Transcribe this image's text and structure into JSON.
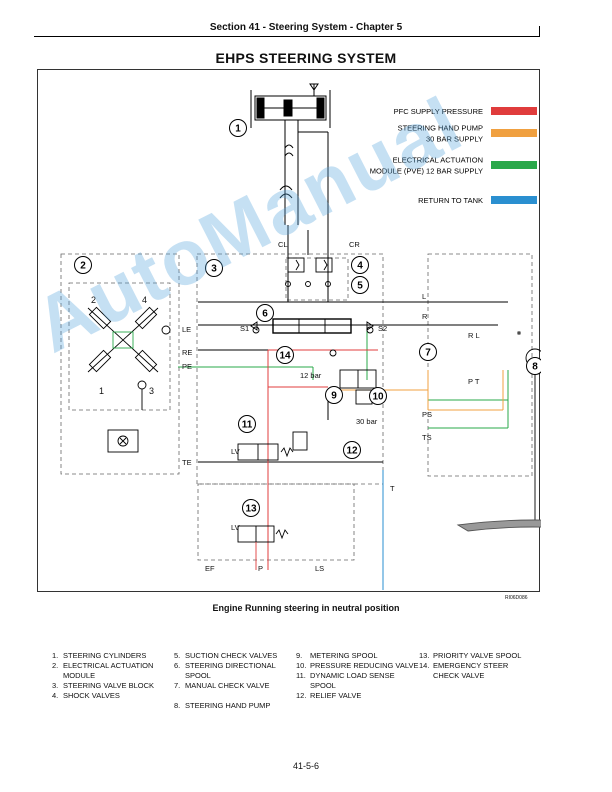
{
  "header": {
    "section": "Section 41 - Steering System - Chapter 5"
  },
  "title": "EHPS STEERING SYSTEM",
  "legend_colors": [
    {
      "label_lines": [
        "PFC SUPPLY PRESSURE"
      ],
      "color": "#e03c3c"
    },
    {
      "label_lines": [
        "STEERING HAND PUMP",
        "30 BAR SUPPLY"
      ],
      "color": "#f0a040"
    },
    {
      "label_lines": [
        "ELECTRICAL ACTUATION",
        "MODULE (PVE) 12 BAR SUPPLY"
      ],
      "color": "#2aa84a"
    },
    {
      "label_lines": [
        "RETURN TO TANK"
      ],
      "color": "#2a8fd0"
    }
  ],
  "diagram_labels": {
    "cl": "CL",
    "cr": "CR",
    "le": "LE",
    "re": "RE",
    "pe": "PE",
    "te": "TE",
    "l": "L",
    "r": "R",
    "ps": "PS",
    "ts": "TS",
    "t": "T",
    "ef": "EF",
    "p": "P",
    "ls": "LS",
    "s1": "S1",
    "s2": "S2",
    "bar12": "12 bar",
    "bar30": "30 bar",
    "rl": "R  L",
    "pt": "P  T",
    "lv": "LV",
    "lv2": "LV",
    "block2_nums": [
      "2",
      "4",
      "1",
      "3"
    ]
  },
  "callouts": [
    "1",
    "2",
    "3",
    "4",
    "5",
    "6",
    "7",
    "8",
    "9",
    "10",
    "11",
    "12",
    "13",
    "14"
  ],
  "figure_id": "RI06D086",
  "caption": "Engine Running steering in neutral position",
  "component_list": [
    [
      "1.",
      "STEERING CYLINDERS"
    ],
    [
      "2.",
      "ELECTRICAL ACTUATION MODULE"
    ],
    [
      "3.",
      "STEERING VALVE BLOCK"
    ],
    [
      "4.",
      "SHOCK VALVES"
    ],
    [
      "5.",
      "SUCTION CHECK VALVES"
    ],
    [
      "6.",
      "STEERING DIRECTIONAL SPOOL"
    ],
    [
      "7.",
      "MANUAL CHECK VALVE"
    ],
    [
      "8.",
      "STEERING HAND PUMP"
    ],
    [
      "9.",
      "METERING SPOOL"
    ],
    [
      "10.",
      "PRESSURE REDUCING VALVE"
    ],
    [
      "11.",
      "DYNAMIC LOAD SENSE SPOOL"
    ],
    [
      "12.",
      "RELIEF VALVE"
    ],
    [
      "13.",
      "PRIORITY VALVE SPOOL"
    ],
    [
      "14.",
      "EMERGENCY STEER CHECK VALVE"
    ]
  ],
  "watermark": "AutoManual",
  "page_number": "41-5-6"
}
